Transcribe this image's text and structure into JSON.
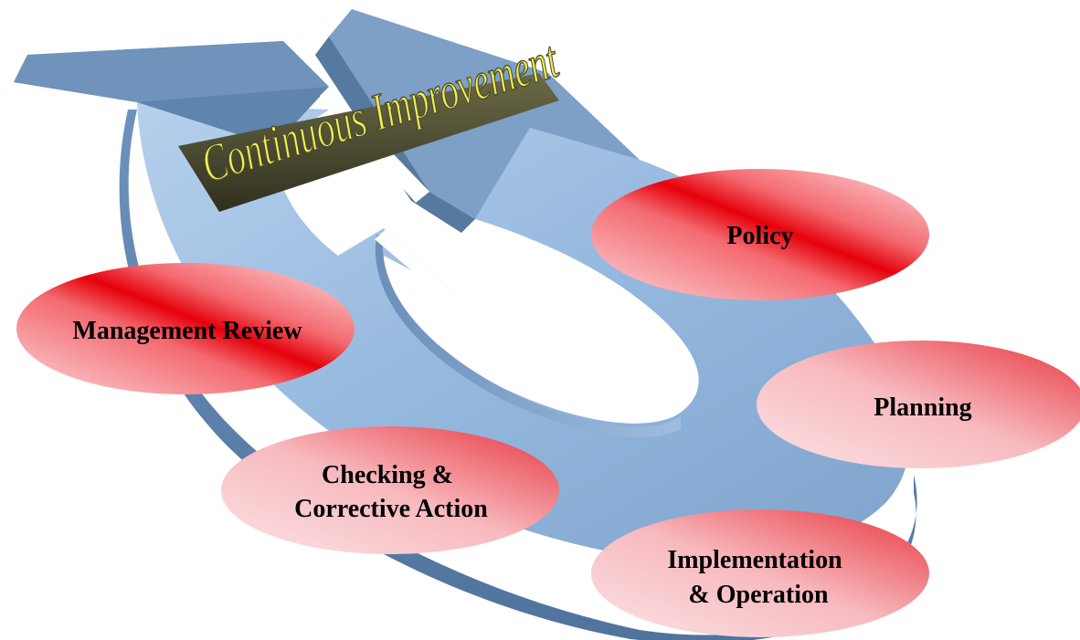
{
  "diagram": {
    "title": "Continuous Improvement",
    "stages": [
      {
        "id": "policy",
        "lines": [
          "Policy"
        ]
      },
      {
        "id": "planning",
        "lines": [
          "Planning"
        ]
      },
      {
        "id": "implementation",
        "lines": [
          "Implementation",
          "& Operation"
        ]
      },
      {
        "id": "checking",
        "lines": [
          "Checking &",
          "Corrective Action"
        ]
      },
      {
        "id": "review",
        "lines": [
          "Management Review"
        ]
      }
    ]
  },
  "colors": {
    "ring_light": "#a9c6e6",
    "ring_mid": "#7fa3cc",
    "ring_dark": "#5a7ea8",
    "oval_red": "#e8000a",
    "oval_pink": "#fbd2d6",
    "title_fill": "#f2ef4a",
    "title_side": "#4a4a32"
  }
}
